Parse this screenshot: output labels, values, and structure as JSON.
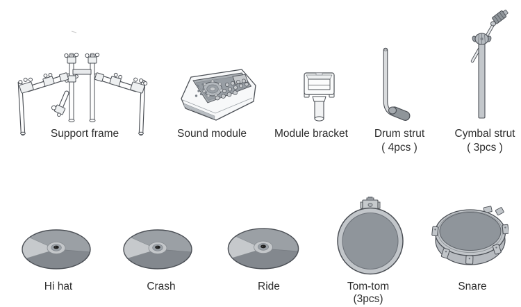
{
  "diagram": {
    "type": "parts-diagram",
    "subject": "electronic drum kit components",
    "colors": {
      "background": "#ffffff",
      "line_art_outline": "#4b4f55",
      "light_grey": "#c6c9cc",
      "medium_grey": "#9ba0a5",
      "dark_grey": "#83888e",
      "text": "#2d2d2d"
    }
  },
  "parts": {
    "top": [
      {
        "label": "Support frame"
      },
      {
        "label": "Sound module"
      },
      {
        "label": "Module bracket"
      },
      {
        "label": "Drum strut",
        "qty": "( 4pcs )"
      },
      {
        "label": "Cymbal strut",
        "qty": "( 3pcs )"
      }
    ],
    "bottom": [
      {
        "label": "Hi hat"
      },
      {
        "label": "Crash"
      },
      {
        "label": "Ride"
      },
      {
        "label": "Tom-tom",
        "qty": "(3pcs)"
      },
      {
        "label": "Snare"
      }
    ]
  }
}
